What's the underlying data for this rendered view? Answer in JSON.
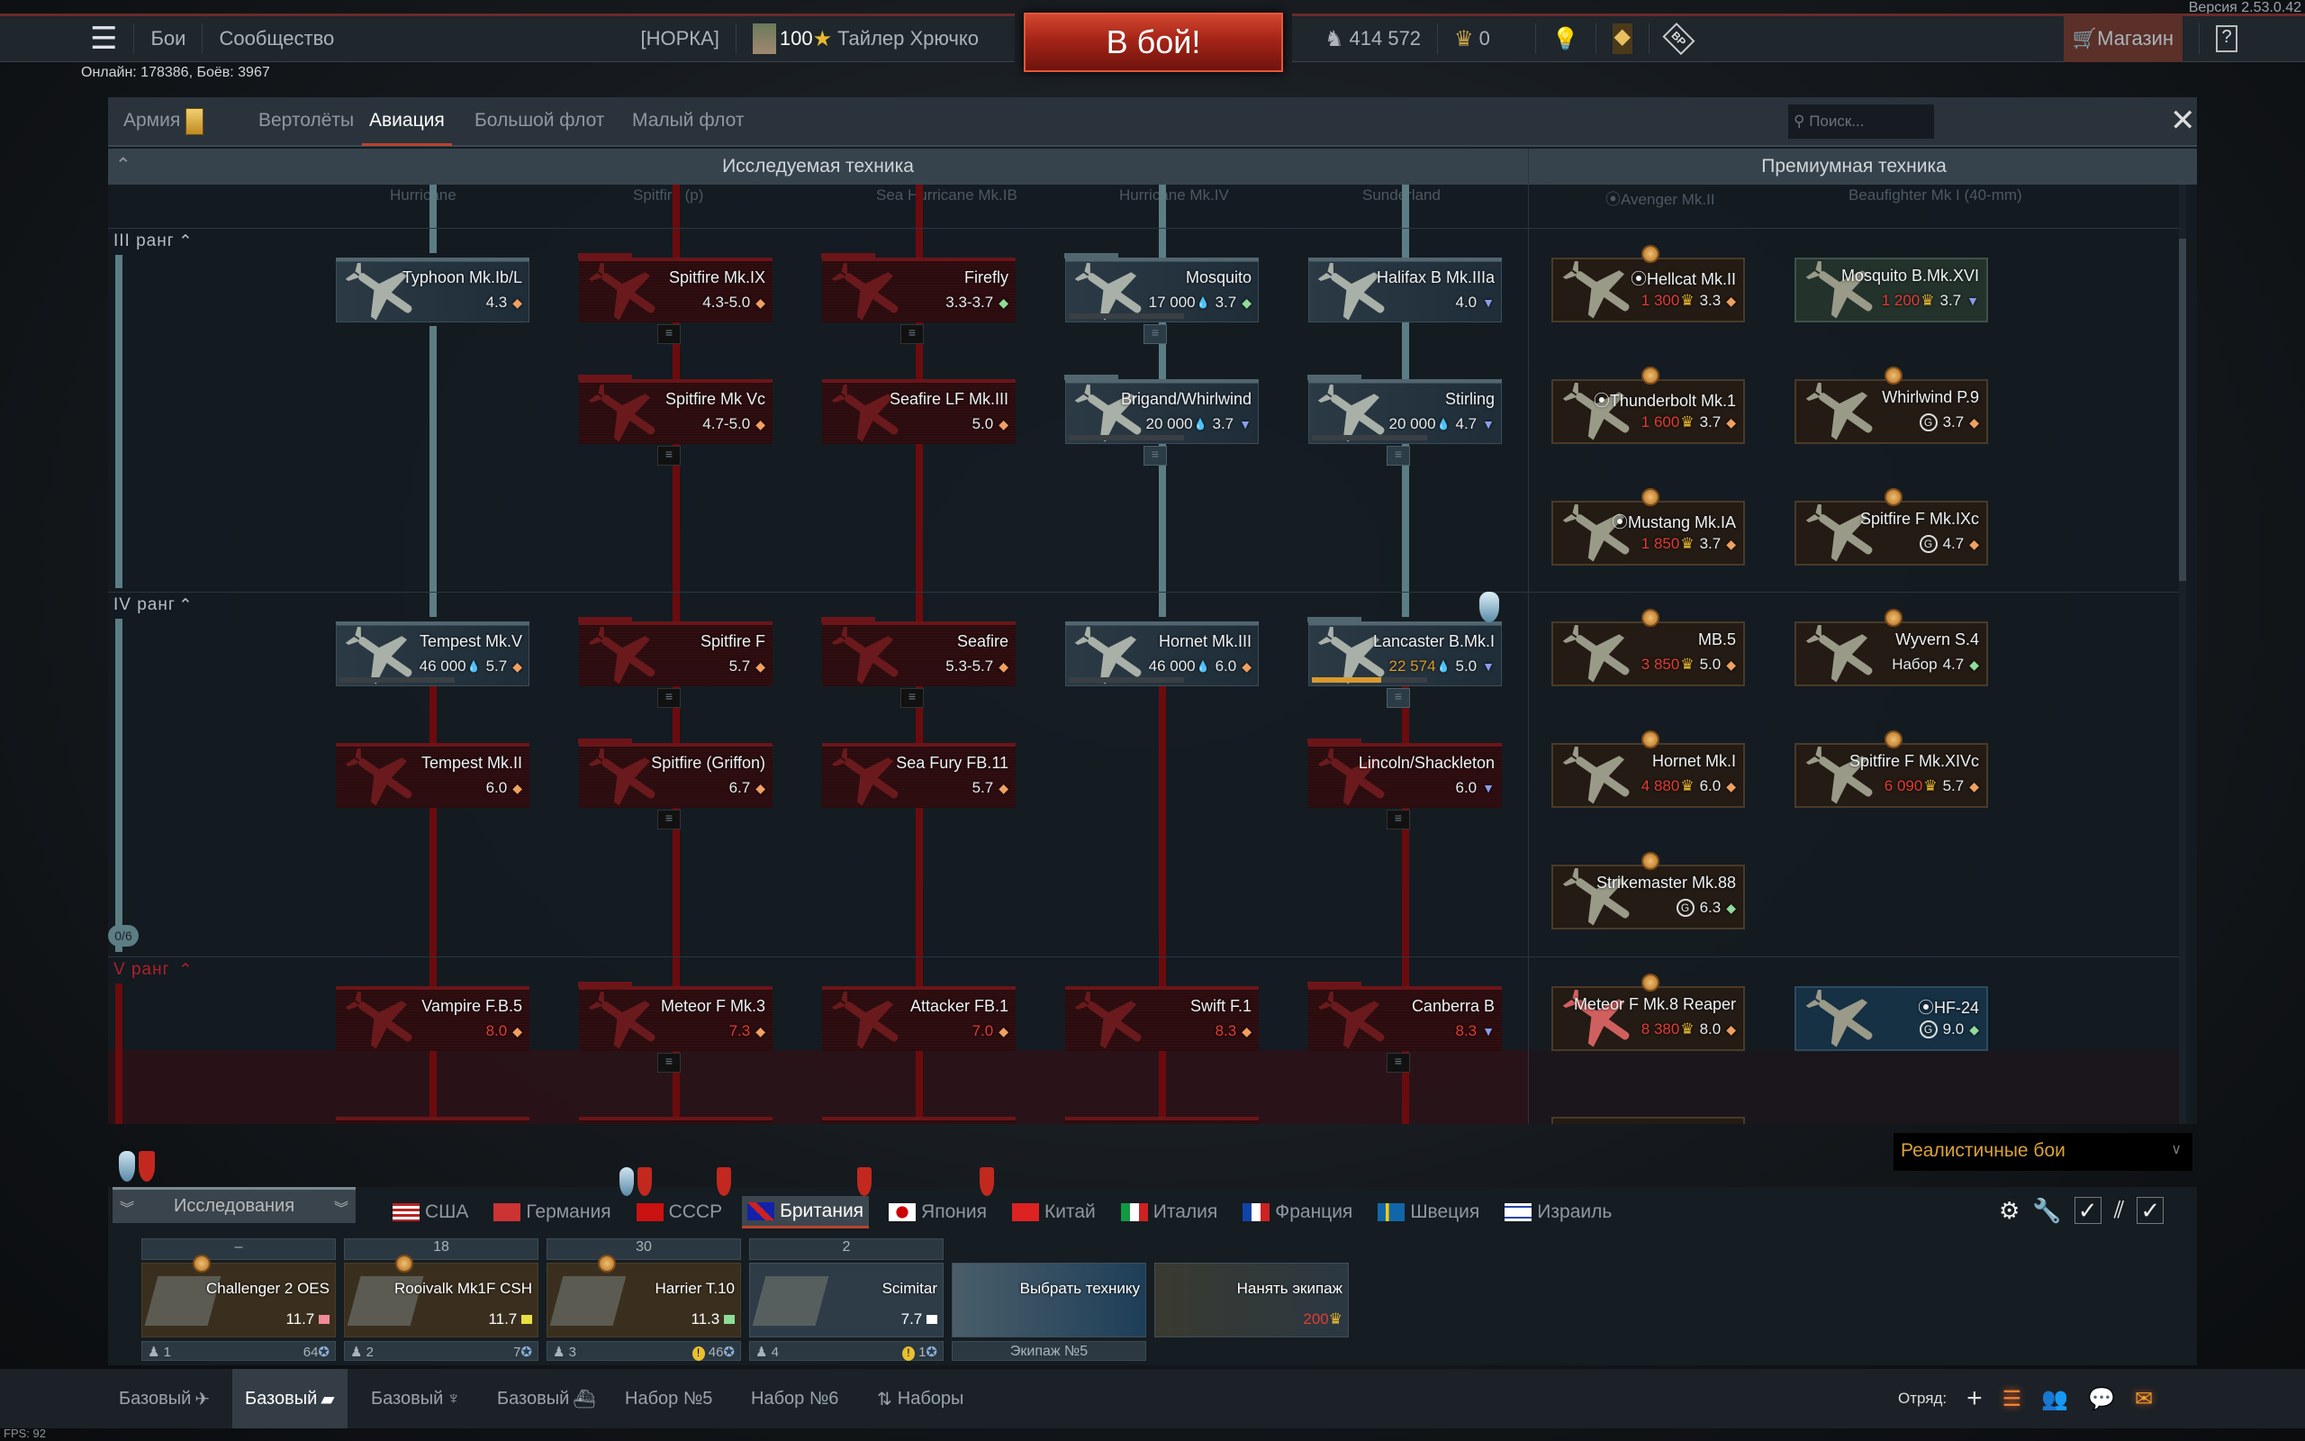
{
  "version": "Версия 2.53.0.42",
  "topbar": {
    "menu_icon": "hamburger-icon",
    "battles": "Бои",
    "community": "Сообщество",
    "squadron_tag": "[НОРКА]",
    "level": "100",
    "player_name": "Тайлер Хрючко",
    "battle_button": "В бой!",
    "silver_lions": "414 572",
    "golden_eagles": "0",
    "shop": "Магазин",
    "help": "?"
  },
  "online_text": "Онлайн: 178386, Боёв: 3967",
  "tabs": [
    {
      "label": "Армия",
      "active": false
    },
    {
      "label": "Вертолёты",
      "active": false
    },
    {
      "label": "Авиация",
      "active": true
    },
    {
      "label": "Большой флот",
      "active": false
    },
    {
      "label": "Малый флот",
      "active": false
    }
  ],
  "search_placeholder": "Поиск...",
  "headers": {
    "researchable": "Исследуемая техника",
    "premium": "Премиумная техника"
  },
  "ghost_row": [
    "Hurricane",
    "Spitfire (p)",
    "Sea Hurricane Mk.IB",
    "Hurricane Mk.IV",
    "Sunderland",
    "⦿Avenger Mk.II",
    "Beaufighter Mk I (40-mm)"
  ],
  "colors": {
    "fighter": "#f0a060",
    "attacker": "#8fdc9a",
    "bomber": "#8a9cf0",
    "premium_cost": "#e23b34",
    "accent": "#b8442e"
  },
  "ranks": [
    {
      "label": "III ранг",
      "progress": null,
      "rows": [
        {
          "research": [
            {
              "name": "Typhoon Mk.Ib/L",
              "br": "4.3",
              "role": "fighter",
              "status": "researched",
              "cost": ""
            },
            {
              "name": "Spitfire Mk.IX",
              "br": "4.3-5.0",
              "role": "fighter",
              "status": "locked",
              "folder": true
            },
            {
              "name": "Firefly",
              "br": "3.3-3.7",
              "role": "attacker",
              "status": "locked",
              "folder": true
            },
            {
              "name": "Mosquito",
              "br": "3.7",
              "role": "attacker",
              "status": "researched",
              "folder": true,
              "cost": "17 000",
              "progress": 0
            },
            {
              "name": "Halifax B Mk.IIIa",
              "br": "4.0",
              "role": "bomber",
              "status": "researched"
            }
          ],
          "premium": [
            {
              "name": "⦿Hellcat Mk.II",
              "br": "3.3",
              "role": "fighter",
              "style": "premium",
              "price": "1 300",
              "medal": true
            },
            {
              "name": "Mosquito B.Mk.XVI",
              "br": "3.7",
              "role": "bomber",
              "style": "premium-green",
              "price": "1 200"
            }
          ]
        },
        {
          "research": [
            null,
            {
              "name": "Spitfire Mk Vc",
              "br": "4.7-5.0",
              "role": "fighter",
              "status": "locked",
              "folder": true
            },
            {
              "name": "Seafire LF Mk.III",
              "br": "5.0",
              "role": "fighter",
              "status": "locked"
            },
            {
              "name": "Brigand/Whirlwind",
              "br": "3.7",
              "role": "bomber",
              "status": "researched",
              "folder": true,
              "cost": "20 000",
              "progress": 0
            },
            {
              "name": "Stirling",
              "br": "4.7",
              "role": "bomber",
              "status": "researched",
              "folder": true,
              "cost": "20 000",
              "progress": 0
            }
          ],
          "premium": [
            {
              "name": "⦿Thunderbolt Mk.1",
              "br": "3.7",
              "role": "fighter",
              "style": "premium",
              "price": "1 600",
              "medal": true
            },
            {
              "name": "Whirlwind P.9",
              "br": "3.7",
              "role": "fighter",
              "style": "premium",
              "gift": "G",
              "medal": true
            }
          ]
        },
        {
          "research": [
            null,
            null,
            null,
            null,
            null
          ],
          "premium": [
            {
              "name": "⦿Mustang Mk.IA",
              "br": "3.7",
              "role": "fighter",
              "style": "premium",
              "price": "1 850",
              "medal": true
            },
            {
              "name": "Spitfire F Mk.IXc",
              "br": "4.7",
              "role": "fighter",
              "style": "premium",
              "gift": "G",
              "medal": true
            }
          ]
        }
      ]
    },
    {
      "label": "IV ранг",
      "progress": "0/6",
      "rows": [
        {
          "research": [
            {
              "name": "Tempest Mk.V",
              "br": "5.7",
              "role": "fighter",
              "status": "researched",
              "cost": "46 000",
              "progress": 0
            },
            {
              "name": "Spitfire F",
              "br": "5.7",
              "role": "fighter",
              "status": "locked",
              "folder": true
            },
            {
              "name": "Seafire",
              "br": "5.3-5.7",
              "role": "fighter",
              "status": "locked",
              "folder": true
            },
            {
              "name": "Hornet Mk.III",
              "br": "6.0",
              "role": "fighter",
              "status": "researched",
              "cost": "46 000",
              "progress": 0
            },
            {
              "name": "Lancaster B.Mk.I",
              "br": "5.0",
              "role": "bomber",
              "status": "researched",
              "folder": true,
              "cost": "22 574",
              "progress": 60,
              "cost_highlight": true
            }
          ],
          "premium": [
            {
              "name": "MB.5",
              "br": "5.0",
              "role": "fighter",
              "style": "premium",
              "price": "3 850",
              "medal": true
            },
            {
              "name": "Wyvern S.4",
              "br": "4.7",
              "role": "attacker",
              "style": "premium",
              "pack": "Набор",
              "medal": true
            }
          ]
        },
        {
          "research": [
            {
              "name": "Tempest Mk.II",
              "br": "6.0",
              "role": "fighter",
              "status": "locked"
            },
            {
              "name": "Spitfire (Griffon)",
              "br": "6.7",
              "role": "fighter",
              "status": "locked",
              "folder": true
            },
            {
              "name": "Sea Fury FB.11",
              "br": "5.7",
              "role": "fighter",
              "status": "locked"
            },
            null,
            {
              "name": "Lincoln/Shackleton",
              "br": "6.0",
              "role": "bomber",
              "status": "locked",
              "folder": true
            }
          ],
          "premium": [
            {
              "name": "Hornet Mk.I",
              "br": "6.0",
              "role": "fighter",
              "style": "premium",
              "price": "4 880",
              "medal": true
            },
            {
              "name": "Spitfire F Mk.XIVc",
              "br": "5.7",
              "role": "fighter",
              "style": "premium",
              "price": "6 090",
              "medal": true
            }
          ]
        },
        {
          "research": [
            null,
            null,
            null,
            null,
            null
          ],
          "premium": [
            {
              "name": "Strikemaster Mk.88",
              "br": "6.3",
              "role": "attacker",
              "style": "premium",
              "gift": "G",
              "medal": true
            },
            null
          ]
        }
      ]
    },
    {
      "label": "V ранг",
      "progress": null,
      "rows": [
        {
          "research": [
            {
              "name": "Vampire F.B.5",
              "br": "8.0",
              "role": "fighter",
              "status": "locked"
            },
            {
              "name": "Meteor F Mk.3",
              "br": "7.3",
              "role": "fighter",
              "status": "locked",
              "folder": true
            },
            {
              "name": "Attacker FB.1",
              "br": "7.0",
              "role": "fighter",
              "status": "locked"
            },
            {
              "name": "Swift F.1",
              "br": "8.3",
              "role": "fighter",
              "status": "locked"
            },
            {
              "name": "Canberra B",
              "br": "8.3",
              "role": "bomber",
              "status": "locked",
              "folder": true
            }
          ],
          "premium": [
            {
              "name": "Meteor F Mk.8 Reaper",
              "br": "8.0",
              "role": "fighter",
              "style": "premium",
              "price": "8 380",
              "medal": true
            },
            {
              "name": "⦿HF-24",
              "br": "9.0",
              "role": "attacker",
              "style": "premium-blue",
              "gift": "G"
            }
          ]
        }
      ]
    }
  ],
  "game_mode": "Реалистичные бои",
  "research_selector": "Исследования",
  "countries": [
    {
      "label": "США",
      "flag": "us"
    },
    {
      "label": "Германия",
      "flag": "de"
    },
    {
      "label": "СССР",
      "flag": "su"
    },
    {
      "label": "Британия",
      "flag": "uk",
      "active": true
    },
    {
      "label": "Япония",
      "flag": "jp"
    },
    {
      "label": "Китай",
      "flag": "cn"
    },
    {
      "label": "Италия",
      "flag": "it"
    },
    {
      "label": "Франция",
      "flag": "fr"
    },
    {
      "label": "Швеция",
      "flag": "se"
    },
    {
      "label": "Израиль",
      "flag": "il"
    }
  ],
  "crew_slots": [
    {
      "top": "–",
      "name": "Challenger 2 OES",
      "br": "11.7",
      "role_color": "#f08a9a",
      "crew": "1",
      "count": "64",
      "warn": false,
      "style": "premium"
    },
    {
      "top": "18",
      "name": "Rooivalk Mk1F CSH",
      "br": "11.7",
      "role_color": "#e8e040",
      "crew": "2",
      "count": "7",
      "warn": false,
      "style": "premium"
    },
    {
      "top": "30",
      "name": "Harrier T.10",
      "br": "11.3",
      "role_color": "#8fdc9a",
      "crew": "3",
      "count": "46",
      "warn": true,
      "style": "premium"
    },
    {
      "top": "2",
      "name": "Scimitar",
      "br": "7.7",
      "role_color": "#ffffff",
      "crew": "4",
      "count": "1",
      "warn": true,
      "style": "blue"
    }
  ],
  "choose_vehicle": "Выбрать технику",
  "crew_label": "Экипаж №5",
  "hire_crew": "Нанять экипаж",
  "hire_price": "200",
  "presets": [
    {
      "label": "Базовый",
      "icon": "plane"
    },
    {
      "label": "Базовый",
      "icon": "tank",
      "active": true
    },
    {
      "label": "Базовый",
      "icon": "heli"
    },
    {
      "label": "Базовый",
      "icon": "ship"
    },
    {
      "label": "Набор №5"
    },
    {
      "label": "Набор №6"
    },
    {
      "label": "Наборы",
      "icon": "sort"
    }
  ],
  "squad_label": "Отряд:",
  "fps": "FPS: 92"
}
